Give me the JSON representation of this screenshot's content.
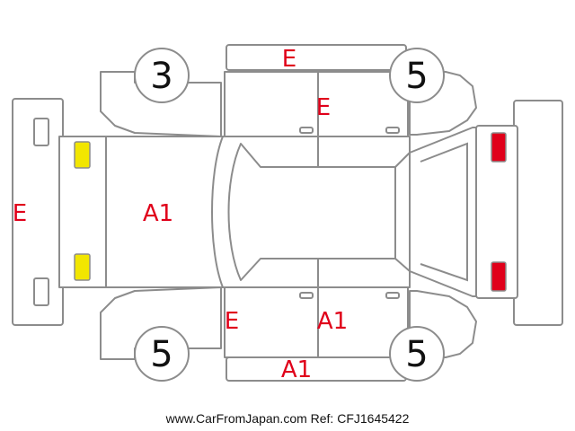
{
  "colors": {
    "outline": "#8c8c8c",
    "damage_code": "#e0001a",
    "headlight_marker": "#f2e600",
    "taillight_marker": "#e0001a"
  },
  "damage_codes": {
    "roof_top": "E",
    "rear_door_upper": "E",
    "front_bumper": "E",
    "hood": "A1",
    "front_door_lower": "E",
    "rear_door_lower": "A1",
    "rocker_lower": "A1"
  },
  "tire_ratings": {
    "front_left": "3",
    "rear_left": "5",
    "front_right": "5",
    "rear_right": "5"
  },
  "footer": "www.CarFromJapan.com Ref: CFJ1645422"
}
